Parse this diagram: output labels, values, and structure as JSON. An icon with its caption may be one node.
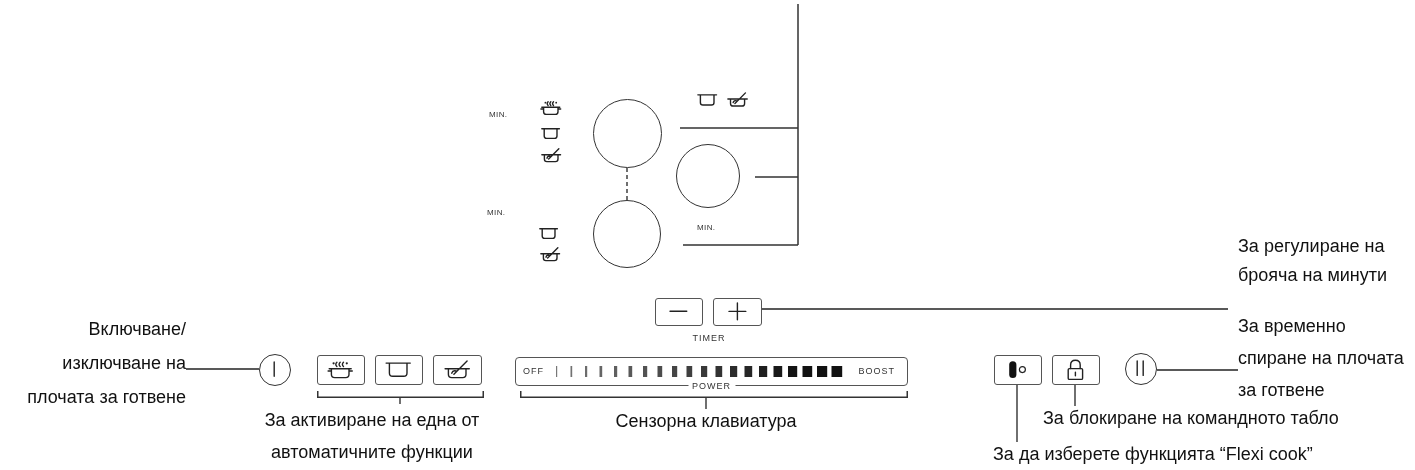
{
  "diagram": {
    "nodes": [
      {
        "text": [],
        "shape": "circle"
      },
      {
        "text": [],
        "shape": "circle"
      },
      {
        "text": [],
        "shape": "circle"
      },
      {
        "text": [
          "Включване/ изключване на плочата за готвене"
        ]
      },
      {
        "text": [],
        "shape": "circle"
      },
      {
        "text": [],
        "shape": "box"
      },
      {
        "text": [],
        "shape": "box"
      },
      {
        "text": [],
        "shape": "box"
      },
      {
        "text": [],
        "shape": "bracket"
      },
      {
        "text": [
          "За активиране на една от автоматичните функции"
        ]
      },
      {
        "text": [],
        "shape": "box"
      },
      {
        "text": [],
        "shape": "box"
      },
      {
        "text": [
          "OFF",
          "BOOST",
          "POWER"
        ]
      },
      {
        "text": [],
        "shape": "bracket"
      },
      {
        "text": [
          "Сензорна клавиатура"
        ]
      },
      {
        "text": [],
        "shape": "box"
      },
      {
        "text": [],
        "shape": "box"
      },
      {
        "text": [],
        "shape": "circle"
      },
      {
        "text": [
          "За регулиране на брояча на минути"
        ]
      },
      {
        "text": [
          "За временно спиране на плочата за готвене"
        ]
      },
      {
        "text": [
          "За блокиране на командното табло"
        ]
      },
      {
        "text": [
          "За да изберете функцията “Flexi cook”"
        ]
      }
    ],
    "edges": [
      {
        "from": 0,
        "to": 2,
        "arrow": "none",
        "style": "dashed"
      },
      {
        "from": 3,
        "to": 4,
        "arrow": "none"
      },
      {
        "from": 9,
        "to": 8,
        "arrow": "none"
      },
      {
        "from": 14,
        "to": 13,
        "arrow": "none"
      },
      {
        "from": 18,
        "to": 11,
        "arrow": "none"
      },
      {
        "from": 19,
        "to": 17,
        "arrow": "none"
      },
      {
        "from": 20,
        "to": 16,
        "arrow": "none"
      },
      {
        "from": 21,
        "to": 15,
        "arrow": "none"
      }
    ],
    "labels": [
      "MIN.",
      "MIN.",
      "MIN.",
      "TIMER"
    ]
  }
}
